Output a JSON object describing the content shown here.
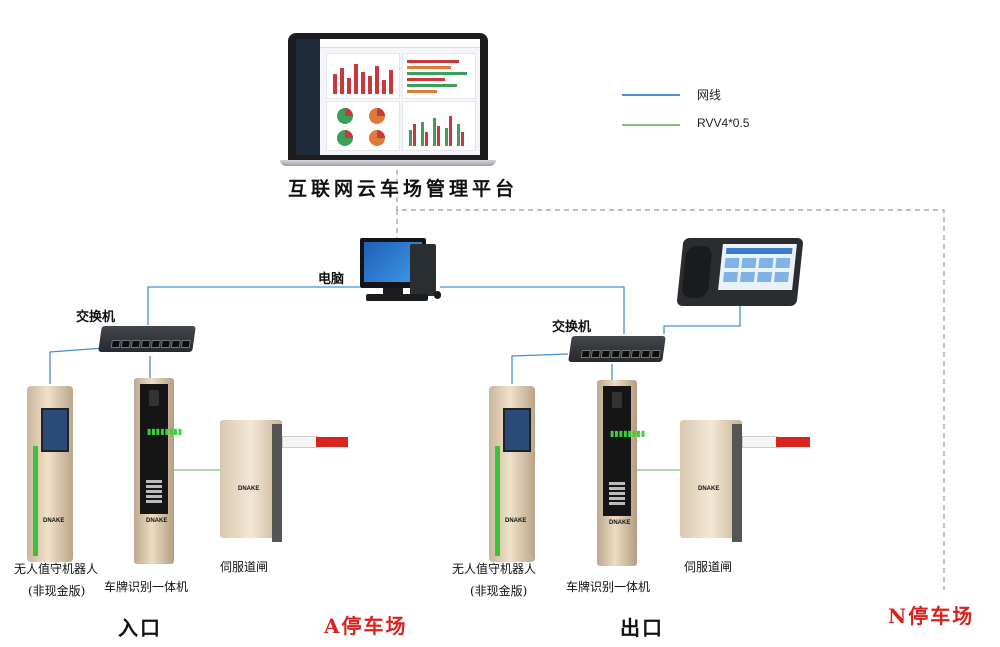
{
  "legend": {
    "items": [
      {
        "label": "网线",
        "color": "#4a8fd8"
      },
      {
        "label": "RVV4*0.5",
        "color": "#7cc576"
      }
    ]
  },
  "colors": {
    "network": "#4a8fd8",
    "rvv": "#7cc576",
    "dashed": "#9a9a9a",
    "accent_red": "#d8231f"
  },
  "platform": {
    "title": "互联网云车场管理平台"
  },
  "computer": {
    "label": "电脑"
  },
  "left": {
    "switch_label": "交换机",
    "robot_label_line1": "无人值守机器人",
    "robot_label_line2": "(非现金版)",
    "lpr_label": "车牌识别一体机",
    "gate_label": "伺服道闸",
    "position_label": "入口"
  },
  "right": {
    "switch_label": "交换机",
    "robot_label_line1": "无人值守机器人",
    "robot_label_line2": "(非现金版)",
    "lpr_label": "车牌识别一体机",
    "gate_label": "伺服道闸",
    "position_label": "出口"
  },
  "lots": {
    "a": "A停车场",
    "n": "N停车场"
  },
  "device_brand": "DNAKE"
}
